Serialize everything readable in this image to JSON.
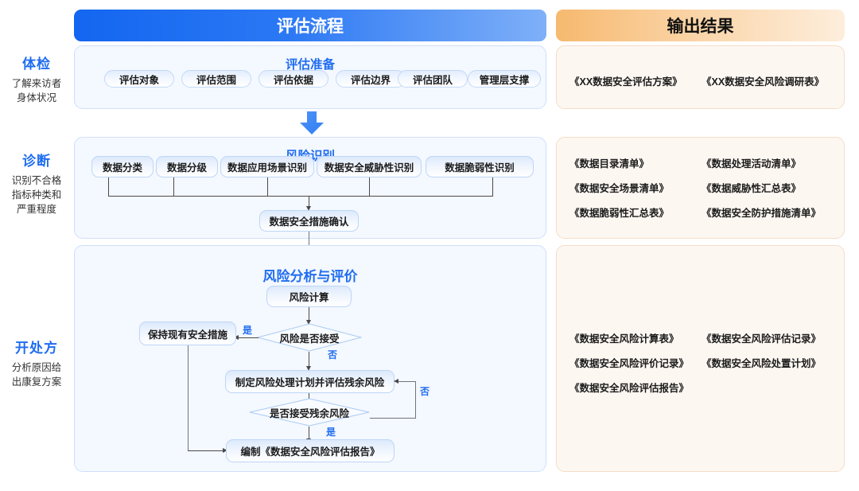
{
  "headers": {
    "flow": "评估流程",
    "output": "输出结果",
    "flow_gradient_from": "#1366f0",
    "flow_gradient_to": "#7fb0f8",
    "output_gradient_from": "#f6b96f",
    "output_gradient_to": "#fdeedc",
    "accent_blue": "#1f6df0"
  },
  "stages": [
    {
      "title": "体检",
      "desc_line1": "了解来访者",
      "desc_line2": "身体状况"
    },
    {
      "title": "诊断",
      "desc_line1": "识别不合格",
      "desc_line2": "指标种类和",
      "desc_line3": "严重程度"
    },
    {
      "title": "开处方",
      "desc_line1": "分析原因给",
      "desc_line2": "出康复方案"
    }
  ],
  "section1": {
    "title": "评估准备",
    "pills": [
      "评估对象",
      "评估范围",
      "评估依据",
      "评估边界",
      "评估团队",
      "管理层支撑"
    ]
  },
  "section2": {
    "title": "风险识别",
    "nodes": [
      "数据分类",
      "数据分级",
      "数据应用场景识别",
      "数据安全威胁性识别",
      "数据脆弱性识别"
    ],
    "merge_node": "数据安全措施确认"
  },
  "section3": {
    "title": "风险分析与评价",
    "n_calc": "风险计算",
    "n_keep": "保持现有安全措施",
    "d_accept": "风险是否接受",
    "n_plan": "制定风险处理计划并评估残余风险",
    "d_residual": "是否接受残余风险",
    "n_report": "编制《数据安全风险评估报告》",
    "label_yes": "是",
    "label_no": "否"
  },
  "outputs": [
    {
      "docs_left": [
        "《XX数据安全评估方案》"
      ],
      "docs_right": [
        "《XX数据安全风险调研表》"
      ]
    },
    {
      "docs_left": [
        "《数据目录清单》",
        "《数据安全场景清单》",
        "《数据脆弱性汇总表》"
      ],
      "docs_right": [
        "《数据处理活动清单》",
        "《数据威胁性汇总表》",
        "《数据安全防护措施清单》"
      ]
    },
    {
      "docs_left": [
        "《数据安全风险计算表》",
        "《数据安全风险评价记录》",
        "《数据安全风险评估报告》"
      ],
      "docs_right": [
        "《数据安全风险评估记录》",
        "《数据安全风险处置计划》"
      ]
    }
  ]
}
